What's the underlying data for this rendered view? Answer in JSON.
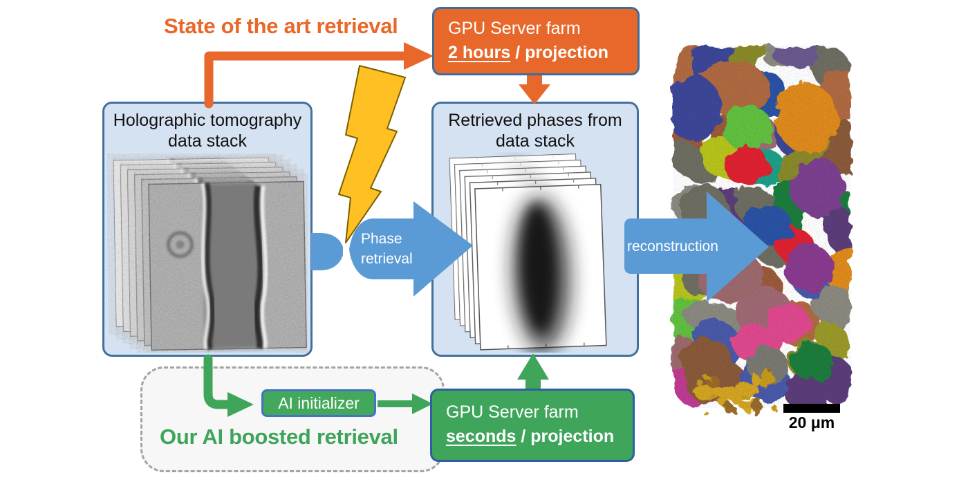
{
  "titles": {
    "sota": "State of the art retrieval",
    "ai": "Our AI boosted retrieval"
  },
  "boxes": {
    "gpu_slow": {
      "name": "GPU Server farm",
      "time": "2 hours",
      "per": "/ projection"
    },
    "holo_stack": {
      "line1": "Holographic tomography",
      "line2": "data stack"
    },
    "retrieved_phases": {
      "line1": "Retrieved phases from",
      "line2": "data stack"
    },
    "ai_initializer": {
      "label": "AI initializer"
    },
    "gpu_fast": {
      "name": "GPU Server farm",
      "time": "seconds",
      "per": "/ projection"
    }
  },
  "arrows": {
    "phase_line1": "Phase",
    "phase_line2": "retrieval",
    "reconstruction": "reconstruction"
  },
  "scalebar": {
    "label": "20 μm"
  },
  "colors": {
    "orange": "#E8682B",
    "green": "#3FA55B",
    "blue_arrow": "#5B9BD5",
    "light_blue_fill": "#D5E2F1",
    "box_border_blue": "#41719C",
    "lightning_yellow": "#FFC024",
    "dashed_border_gray": "#A3A3A3",
    "scalebar_black": "#000000",
    "palette": [
      "#3d4699",
      "#2a52a5",
      "#b06a42",
      "#9c5a3b",
      "#7b4190",
      "#5c3d7a",
      "#9a6a9e",
      "#a06b74",
      "#8a8a2a",
      "#9a9a2a",
      "#62c13f",
      "#1e7d3c",
      "#e02430",
      "#e08b1a",
      "#6e6e62",
      "#8a8a80",
      "#1fa08a",
      "#c03a93",
      "#e04a8f",
      "#b8c41f",
      "#d4a520",
      "#8a5a3a",
      "#4a5aaa",
      "#9d6b6e"
    ]
  }
}
